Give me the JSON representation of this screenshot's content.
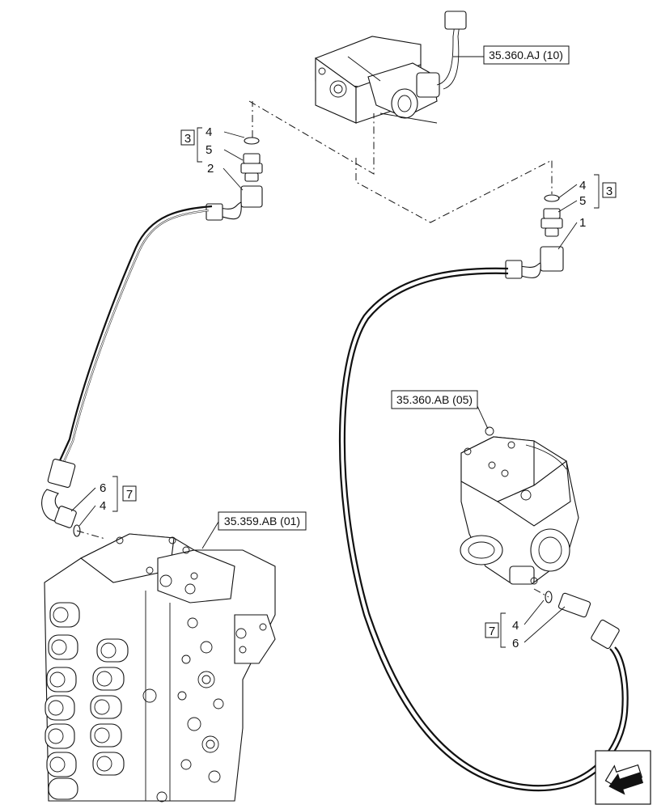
{
  "references": {
    "sensor_ref": "35.360.AJ (10)",
    "valve_ref": "35.360.AB (05)",
    "control_valve_ref": "35.359.AB (01)"
  },
  "callouts": {
    "left_kit": {
      "kit": "3",
      "oring": "4",
      "adapter": "5",
      "fitting": "2"
    },
    "right_kit": {
      "kit": "3",
      "oring": "4",
      "adapter": "5",
      "fitting": "1"
    },
    "lower_left_kit": {
      "kit": "7",
      "elbow": "6",
      "oring": "4"
    },
    "lower_right_kit": {
      "kit": "7",
      "oring": "4",
      "elbow": "6"
    }
  },
  "icons": {
    "nav": "next-page-arrow-icon"
  }
}
